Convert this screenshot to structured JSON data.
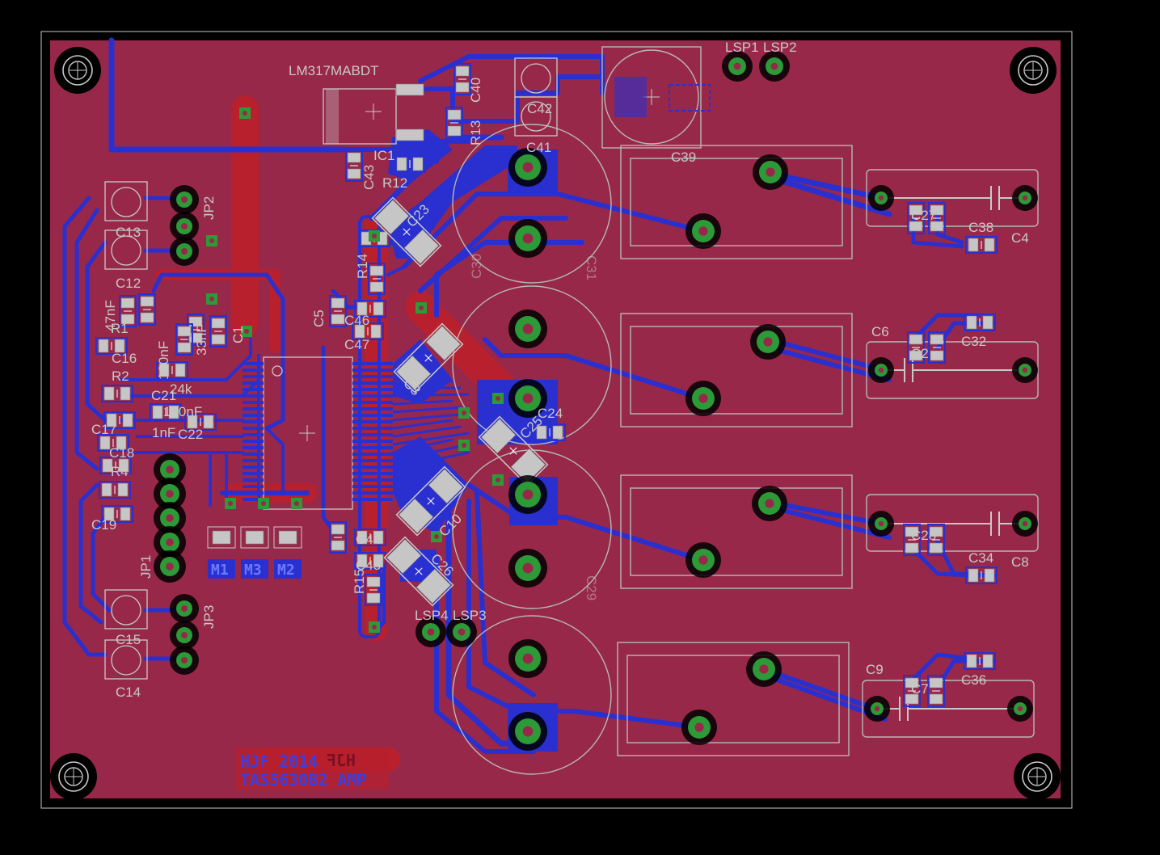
{
  "board": {
    "colors": {
      "background": "#000000",
      "board_fill": "#98284a",
      "top_copper": "#2a2fd0",
      "bottom_copper": "#b8202e",
      "via_pad": "#2c9a36",
      "silkscreen": "#c8c8c8",
      "dimension": "#b7b7b7"
    }
  },
  "labels": {
    "ic_regulator": "LM317MABDT",
    "ic1": "IC1",
    "r12": "R12",
    "r13": "R13",
    "r14": "R14",
    "r15": "R15",
    "c39": "C39",
    "c40": "C40",
    "c41": "C41",
    "c42": "C42",
    "c43": "C43",
    "c23": "C23",
    "c5": "C5",
    "c46": "C46",
    "c47": "C47",
    "c3": "C3",
    "c24": "C24",
    "c25": "C25",
    "c10": "C10",
    "c26": "C26",
    "c44": "C44",
    "c45": "C45",
    "c7": "C7",
    "c13": "C13",
    "c12": "C12",
    "c15": "C15",
    "c14": "C14",
    "jp1": "JP1",
    "jp2": "JP2",
    "jp3": "JP3",
    "r1": "R1",
    "r2": "R2",
    "r4": "R4",
    "c16": "C16",
    "c17": "C17",
    "c18": "C18",
    "c19": "C19",
    "c21": "C21",
    "c22": "C22",
    "val_47nf": "47nF",
    "val_100nf_a": "100nF",
    "val_100nf_b": "100nF",
    "val_24k": "24k",
    "val_1nf": "1nF",
    "val_33nf": "33nF",
    "c1": "C1",
    "lsp1": "LSP1",
    "lsp2": "LSP2",
    "lsp3": "LSP3",
    "lsp4": "LSP4",
    "c4": "C4",
    "c6": "C6",
    "c8": "C8",
    "c9": "C9",
    "c32": "C32",
    "c34": "C34",
    "c36": "C36",
    "c38": "C38",
    "c27": "C27",
    "c28": "C28",
    "c29": "C29",
    "c30": "C30",
    "c31": "C31",
    "c2": "C2",
    "m1": "M1",
    "m2": "M2",
    "m3": "M3",
    "brand_line1": "HJF 2014",
    "brand_line2": "TAS5630B2 AMP",
    "brand_mirror": "HJF"
  }
}
